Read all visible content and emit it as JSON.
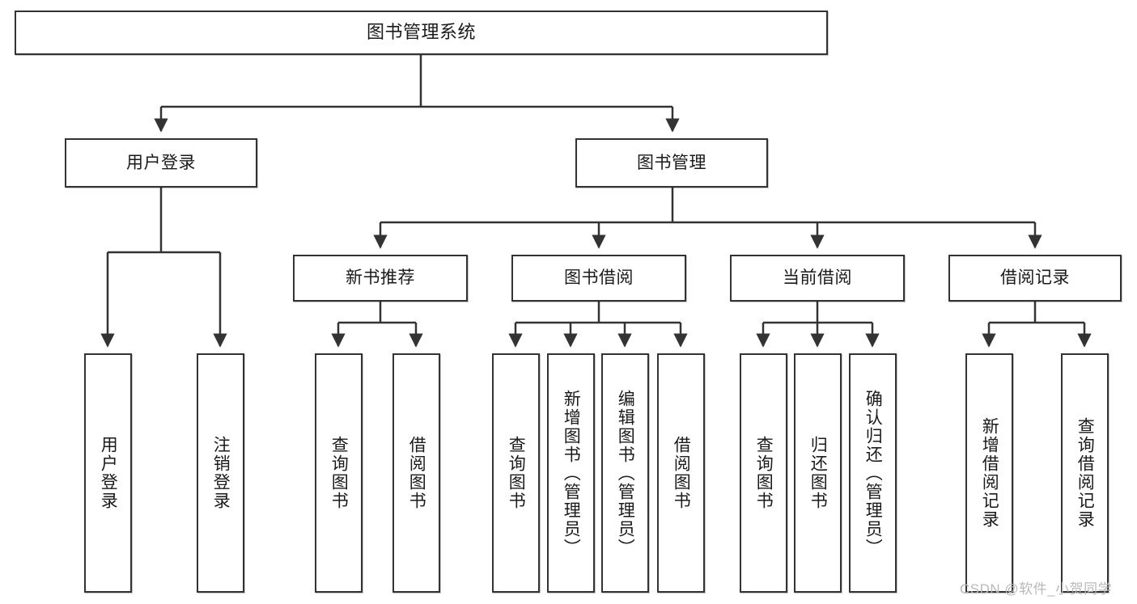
{
  "diagram": {
    "title": "图书管理系统",
    "type": "hierarchy-tree",
    "root": {
      "id": "root",
      "label": "图书管理系统"
    },
    "level2": [
      {
        "id": "user-login",
        "label": "用户登录"
      },
      {
        "id": "book-manage",
        "label": "图书管理"
      }
    ],
    "level3": [
      {
        "id": "new-book-recommend",
        "label": "新书推荐"
      },
      {
        "id": "book-borrow",
        "label": "图书借阅"
      },
      {
        "id": "current-borrow",
        "label": "当前借阅"
      },
      {
        "id": "borrow-record",
        "label": "借阅记录"
      }
    ],
    "leaves": {
      "user_login": [
        {
          "id": "leaf-user-login",
          "label": "用户登录"
        },
        {
          "id": "leaf-logout-login",
          "label": "注销登录"
        }
      ],
      "new_book_recommend": [
        {
          "id": "leaf-query-book-1",
          "label": "查询图书"
        },
        {
          "id": "leaf-borrow-book-1",
          "label": "借阅图书"
        }
      ],
      "book_borrow": [
        {
          "id": "leaf-query-book-2",
          "label": "查询图书"
        },
        {
          "id": "leaf-add-book",
          "label": "新增图书（管理员）"
        },
        {
          "id": "leaf-edit-book",
          "label": "编辑图书（管理员）"
        },
        {
          "id": "leaf-borrow-book-2",
          "label": "借阅图书"
        }
      ],
      "current_borrow": [
        {
          "id": "leaf-query-book-3",
          "label": "查询图书"
        },
        {
          "id": "leaf-return-book",
          "label": "归还图书"
        },
        {
          "id": "leaf-confirm-return",
          "label": "确认归还（管理员）"
        }
      ],
      "borrow_record": [
        {
          "id": "leaf-add-record",
          "label": "新增借阅记录"
        },
        {
          "id": "leaf-query-record",
          "label": "查询借阅记录"
        }
      ]
    }
  },
  "watermark": {
    "text": "CSDN @软件_小贺同学"
  },
  "colors": {
    "border": "#333333",
    "text": "#1a1a1a",
    "background": "#ffffff",
    "edge": "#333333",
    "watermark": "#b9b9b9"
  }
}
